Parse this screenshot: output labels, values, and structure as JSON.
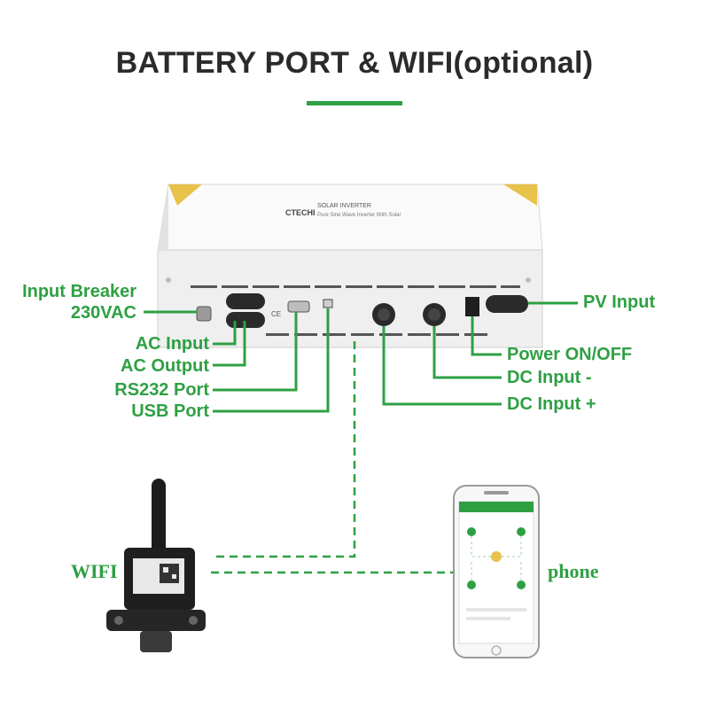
{
  "title": "BATTERY PORT & WIFI(optional)",
  "device": {
    "brand": "CTECHI",
    "model": "SOLAR INVERTER",
    "subtitle": "Pure Sine Wave Inverter With Solar"
  },
  "labels": {
    "input_breaker_line1": "Input Breaker",
    "input_breaker_line2": "230VAC",
    "ac_input": "AC Input",
    "ac_output": "AC Output",
    "rs232": "RS232 Port",
    "usb": "USB Port",
    "pv_input": "PV Input",
    "power": "Power ON/OFF",
    "dc_minus": "DC Input -",
    "dc_plus": "DC Input +",
    "wifi": "WIFI",
    "phone": "phone"
  },
  "colors": {
    "accent": "#2ea043",
    "title": "#2b2b2b",
    "device_body": "#f2f2f2",
    "device_top_accent": "#e8c24a"
  }
}
